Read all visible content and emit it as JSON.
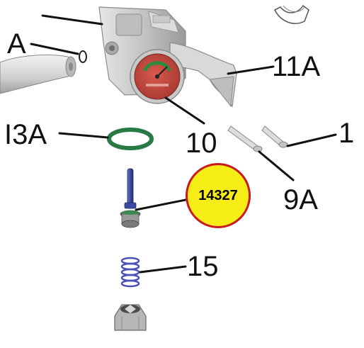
{
  "callouts": {
    "part_a": "A",
    "part_13a": "I3A",
    "part_10": "10",
    "part_11a": "11A",
    "part_1": "1",
    "part_9a": "9A",
    "part_15": "15"
  },
  "highlight": {
    "part_number": "14327",
    "fill_color": "#f6ec16",
    "border_color": "#c8191f"
  },
  "colors": {
    "o_ring": "#2a7a46",
    "valve_stem": "#3d4aa0",
    "spring": "#4a54b8",
    "gauge_face": "#c8463c",
    "metal": "#cfcfcf"
  }
}
